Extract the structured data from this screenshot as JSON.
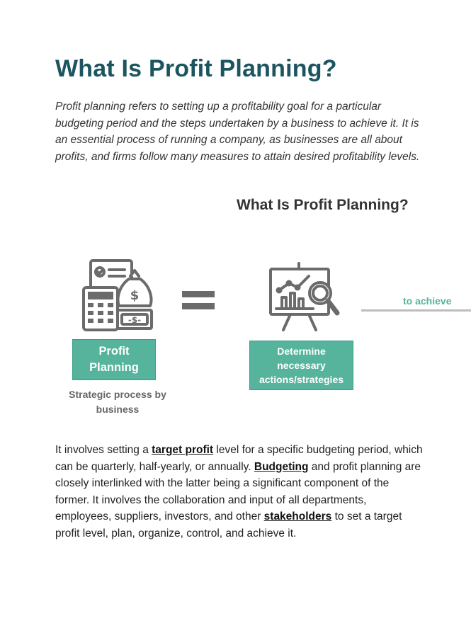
{
  "page": {
    "title": "What Is Profit Planning?",
    "intro": "Profit planning refers to setting up a profitability goal for a particular budgeting period and the steps undertaken by a business to achieve it. It is an essential process of running a company, as businesses are all about profits, and firms follow many measures to attain desired profitability levels."
  },
  "infographic": {
    "title": "What Is Profit Planning?",
    "left_box": {
      "line1": "Profit",
      "line2": "Planning"
    },
    "left_caption": {
      "line1": "Strategic process by",
      "line2": "business"
    },
    "right_box": {
      "line1": "Determine",
      "line2": "necessary",
      "line3": "actions/strategies"
    },
    "connector_label": "to achieve",
    "icons": {
      "left": "finance-icon",
      "middle": "equals-icon",
      "right": "analysis-icon"
    },
    "colors": {
      "accent": "#55b49b",
      "icon": "#6b6b6b",
      "title": "#1c5560"
    }
  },
  "body": {
    "seg1": "It involves setting a ",
    "link1": "target profit",
    "seg2": " level for a specific budgeting period, which can be quarterly, half-yearly, or annually. ",
    "link2": "Budgeting",
    "seg3": " and profit planning are closely interlinked with the latter being a significant component of the former. It involves the collaboration and input of all departments, employees, suppliers, investors, and other ",
    "link3": "stakeholders",
    "seg4": " to set a target profit level, plan, organize, control, and achieve it."
  }
}
